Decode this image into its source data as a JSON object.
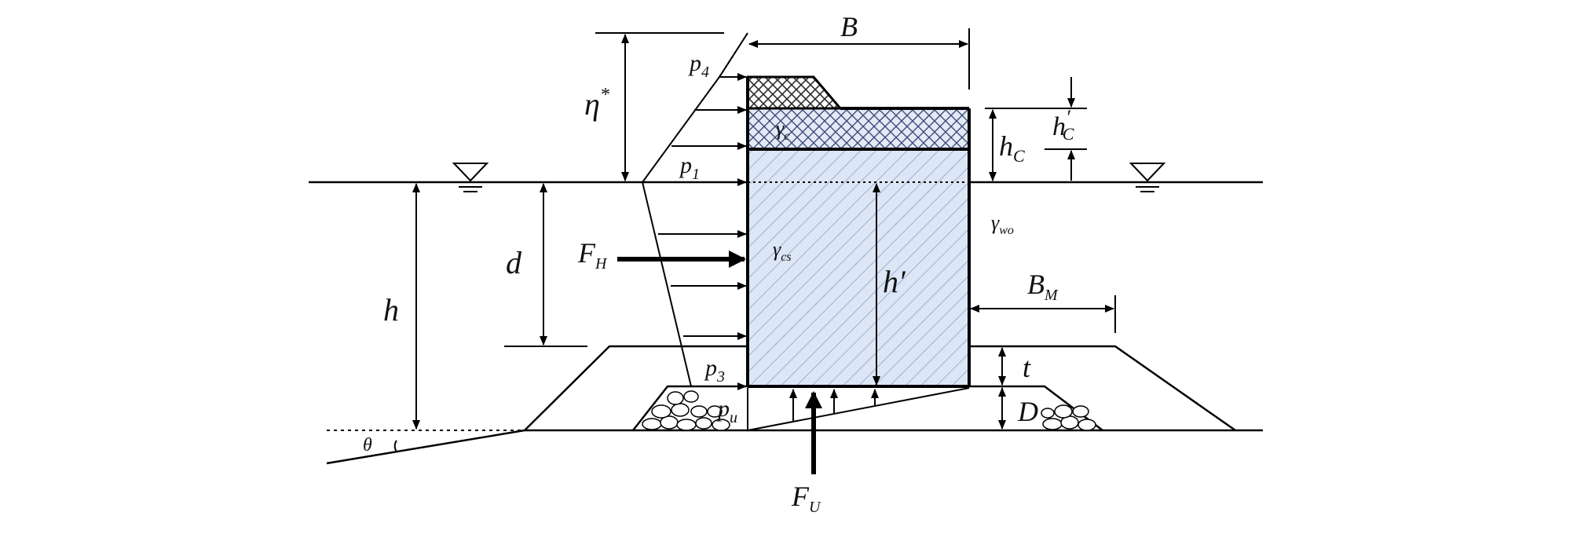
{
  "labels": {
    "B": "B",
    "eta": "η",
    "eta_sup": "*",
    "p4": "p",
    "p4_sub": "4",
    "p1": "p",
    "p1_sub": "1",
    "p3": "p",
    "p3_sub": "3",
    "pu": "p",
    "pu_sub": "u",
    "gamma_c": "γ",
    "gamma_c_sub": "c",
    "gamma_cs": "γ",
    "gamma_cs_sub": "cs",
    "gamma_wo": "γ",
    "gamma_wo_sub": "wo",
    "hc": "h",
    "hc_sub": "C",
    "hc_prime": "h",
    "hc_prime_sub": "C",
    "hc_prime_mark": "′",
    "d": "d",
    "h": "h",
    "h_prime": "h′",
    "FH": "F",
    "FH_sub": "H",
    "FU": "F",
    "FU_sub": "U",
    "BM": "B",
    "BM_sub": "M",
    "t": "t",
    "D": "D",
    "theta": "θ"
  },
  "colors": {
    "line": "#000000",
    "caisson_fill": "#dde6f4",
    "hatch": "#9ab0d6",
    "cap_hatch": "#3d4a78"
  }
}
